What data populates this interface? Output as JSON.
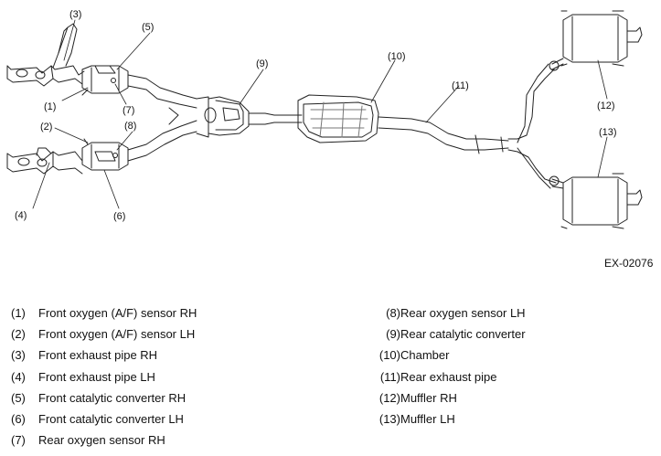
{
  "figure_id": "EX-02076",
  "callouts": [
    "(1)",
    "(2)",
    "(3)",
    "(4)",
    "(5)",
    "(6)",
    "(7)",
    "(8)",
    "(9)",
    "(10)",
    "(11)",
    "(12)",
    "(13)"
  ],
  "legend_left": [
    {
      "num": "(1)",
      "text": "Front oxygen (A/F) sensor RH"
    },
    {
      "num": "(2)",
      "text": "Front oxygen (A/F) sensor LH"
    },
    {
      "num": "(3)",
      "text": "Front exhaust pipe RH"
    },
    {
      "num": "(4)",
      "text": "Front exhaust pipe LH"
    },
    {
      "num": "(5)",
      "text": "Front catalytic converter RH"
    },
    {
      "num": "(6)",
      "text": "Front catalytic converter LH"
    },
    {
      "num": "(7)",
      "text": "Rear oxygen sensor RH"
    }
  ],
  "legend_right": [
    {
      "num": "(8)",
      "text": "Rear oxygen sensor LH"
    },
    {
      "num": "(9)",
      "text": "Rear catalytic converter"
    },
    {
      "num": "(10)",
      "text": "Chamber"
    },
    {
      "num": "(11)",
      "text": "Rear exhaust pipe"
    },
    {
      "num": "(12)",
      "text": "Muffler RH"
    },
    {
      "num": "(13)",
      "text": "Muffler LH"
    }
  ]
}
